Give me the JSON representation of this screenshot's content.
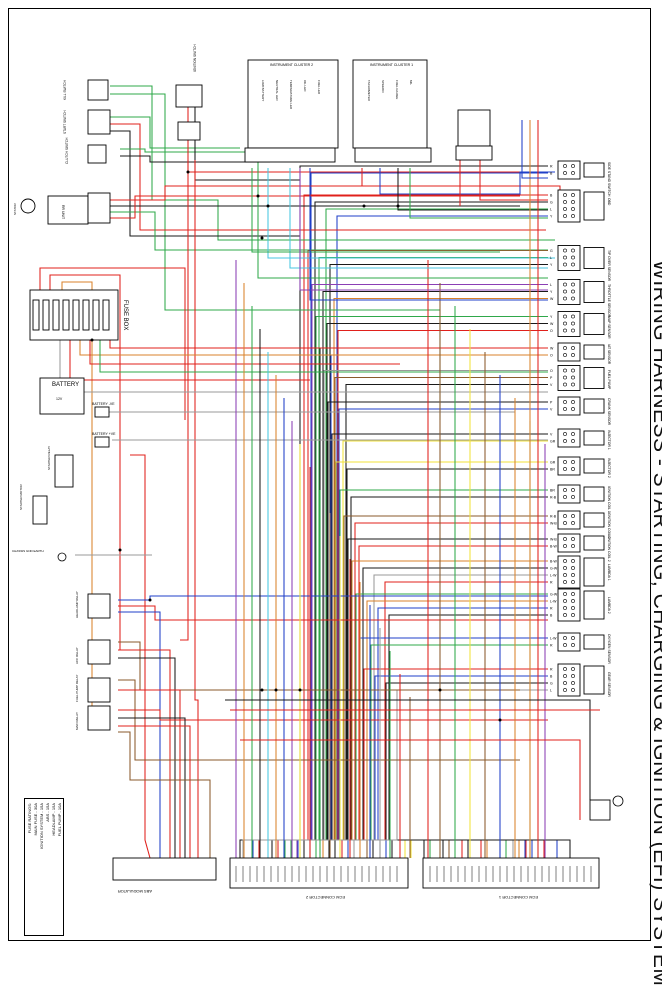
{
  "title": "WIRING HARNESS - STARTING, CHARGING & IGNITION (EFI) SYSTEM",
  "components": {
    "instrument_cluster_2": "INSTRUMENT CLUSTER 2",
    "instrument_cluster_1": "INSTRUMENT CLUSTER 1",
    "ignition_switch": "IGNITION SWITCH",
    "fuse_box": "FUSE BOX",
    "battery": "BATTERY",
    "battery_v": "12V",
    "battery_neg": "BATTERY -VE",
    "battery_pos": "BATTERY +VE",
    "starter_relay": "STARTER RELAY",
    "starter_motor": "STARTER MOTOR",
    "chassis_earth": "CHASSIS GND EARTH",
    "rr_unit": "RR UNIT",
    "stator": "STATOR",
    "clutch_switch": "CLUTCH SWITCH",
    "side_stand": "SIDE STAND SWITCH",
    "gear_sensor": "GEAR SENSOR",
    "headlamp_relay": "HEADLAMP RELAY",
    "acc_relay": "ACC RELAY",
    "fuel_pump_relay": "FUEL PUMP RELAY",
    "main_relay": "MAIN RELAY",
    "abs_modulator": "ABS MODULATOR",
    "ecm_connector_2": "ECM CONNECTOR 2",
    "ecm_connector_1": "ECM CONNECTOR 1",
    "fuel_pump": "FUEL PUMP",
    "oxygen_sensor": "OXYGEN SENSOR",
    "lambda_1": "LAMBDA 1",
    "lambda_2": "LAMBDA 2",
    "tip_over": "TIP OVER SENSOR",
    "throttle_sensor": "THROTTLE SENSOR",
    "map_sensor": "MAP SENSOR",
    "iat_sensor": "IAT SENSOR",
    "crank_sensor": "CRANK SENSOR",
    "injector_1": "INJECTOR 1",
    "injector_2": "INJECTOR 2",
    "ignition_coil_1": "IGNITION COIL 1",
    "ignition_coil_2": "IGNITION COIL 2",
    "ecm_obd": "OBD",
    "kill_switch": "KILL SWITCH",
    "start_switch": "START SWITCH"
  },
  "cluster2_labels": [
    "LOW BATTERY",
    "NEUTRAL LED",
    "TEMPERATURE LED",
    "OIL LED",
    "FUEL LED"
  ],
  "cluster1_labels": [
    "TACHOMETER",
    "SPEEDO",
    "FUEL GAUGE",
    "MIL"
  ],
  "wire_codes": [
    "R",
    "B",
    "G",
    "L",
    "Y",
    "W",
    "O",
    "P",
    "V",
    "GR",
    "BR",
    "R-B",
    "W-B",
    "B-W",
    "G-W",
    "L-W"
  ],
  "notes": [
    "FUSE RATINGS:",
    "MAIN FUSE - 30A",
    "IGNITION SYSTEM - 15A",
    "ABS - 15A",
    "HEADLAMP - 15A",
    "FUEL PUMP - 10A"
  ]
}
